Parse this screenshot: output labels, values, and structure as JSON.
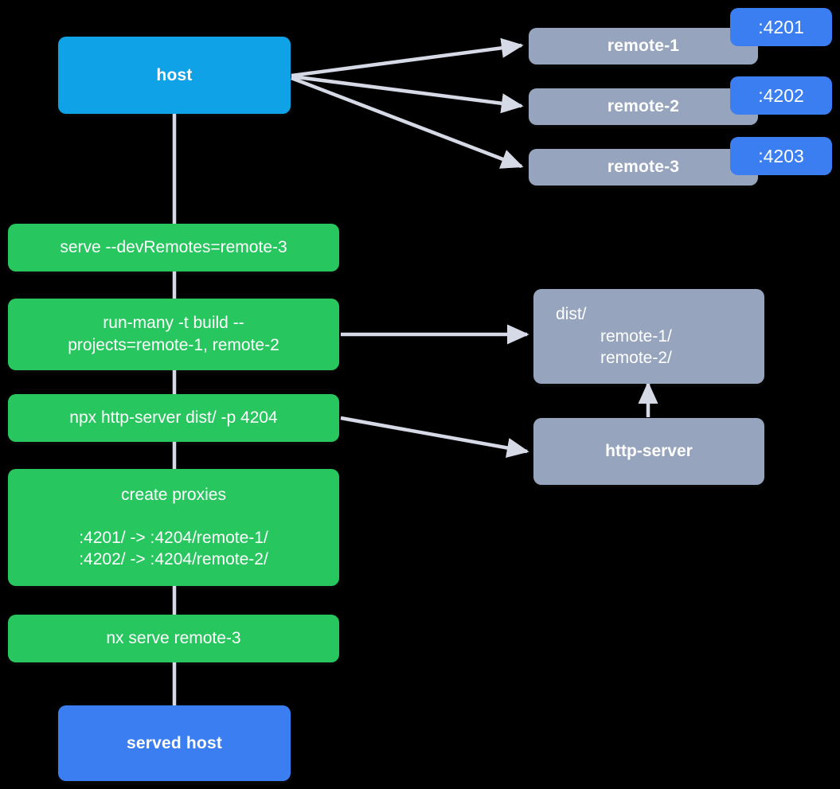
{
  "diagram": {
    "title": "Nx module federation host + remotes serve flow",
    "background": "#000000",
    "colors": {
      "host": "#0fa2e6",
      "served_host": "#3b7ef2",
      "remote": "#96a5bd",
      "command": "#27c65e",
      "badge": "#3b7ef2",
      "edge": "#d6dae6",
      "text": "#ffffff"
    }
  },
  "nodes": {
    "host": {
      "label": "host"
    },
    "remote_1": {
      "label": "remote-1",
      "port": ":4201"
    },
    "remote_2": {
      "label": "remote-2",
      "port": ":4202"
    },
    "remote_3": {
      "label": "remote-3",
      "port": ":4203"
    },
    "cmd_serve": {
      "label": "serve --devRemotes=remote-3"
    },
    "cmd_run_many": {
      "line1": "run-many -t build --",
      "line2": "projects=remote-1, remote-2"
    },
    "cmd_http_server": {
      "label": "npx http-server dist/ -p 4204"
    },
    "cmd_create_proxies": {
      "title": "create proxies",
      "proxy_1": ":4201/ -> :4204/remote-1/",
      "proxy_2": ":4202/ -> :4204/remote-2/"
    },
    "cmd_nx_serve": {
      "label": "nx serve remote-3"
    },
    "served_host": {
      "label": "served host"
    },
    "dist": {
      "line1": "dist/",
      "line2": "remote-1/",
      "line3": "remote-2/"
    },
    "http_server": {
      "label": "http-server"
    }
  },
  "edges": [
    {
      "from": "host",
      "to": "remote-1",
      "kind": "arrow"
    },
    {
      "from": "host",
      "to": "remote-2",
      "kind": "arrow"
    },
    {
      "from": "host",
      "to": "remote-3",
      "kind": "arrow"
    },
    {
      "from": "host",
      "to": "served-host",
      "kind": "pipeline-line"
    },
    {
      "from": "run-many",
      "to": "dist",
      "kind": "arrow"
    },
    {
      "from": "npx-http-server",
      "to": "http-server",
      "kind": "arrow"
    },
    {
      "from": "http-server",
      "to": "dist",
      "kind": "arrow"
    }
  ]
}
